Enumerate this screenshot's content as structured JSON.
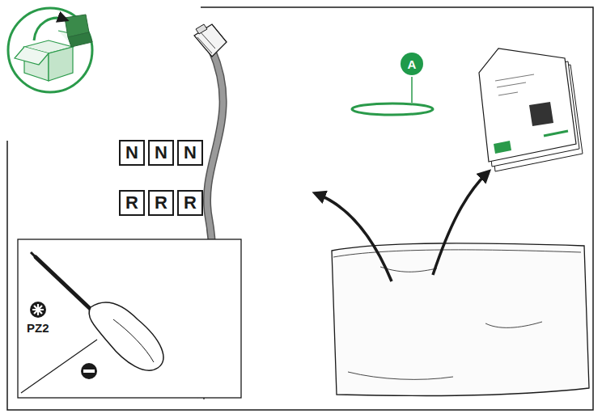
{
  "diagram": {
    "nodes": [
      {
        "text": [
          "N"
        ]
      },
      {
        "text": [
          "N"
        ]
      },
      {
        "text": [
          "N"
        ]
      },
      {
        "text": [
          "R"
        ]
      },
      {
        "text": [
          "R"
        ]
      },
      {
        "text": [
          "R"
        ]
      },
      {
        "text": [
          "A"
        ]
      }
    ],
    "labels": [
      "PZ2"
    ]
  }
}
